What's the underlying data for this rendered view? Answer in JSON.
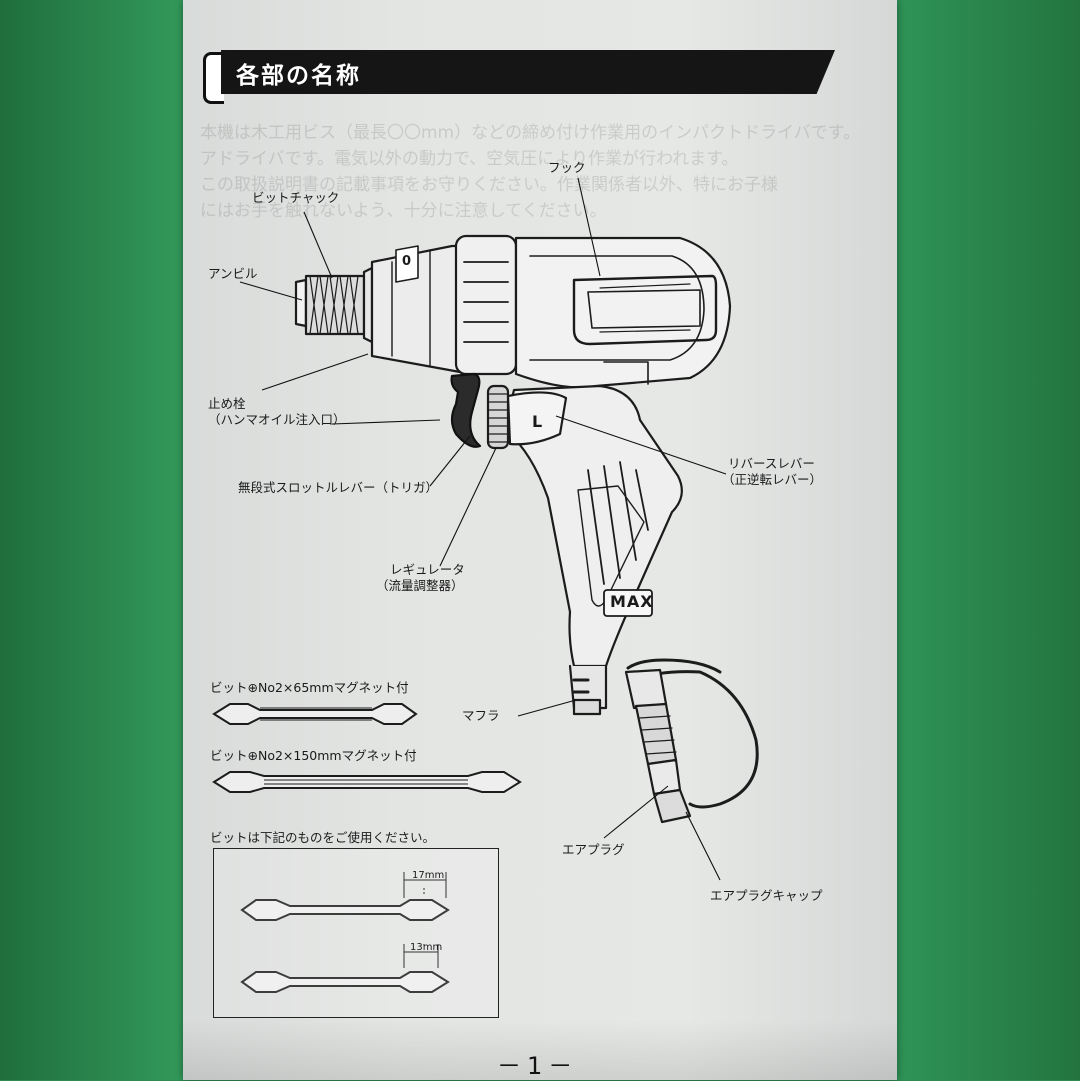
{
  "header": {
    "title": "各部の名称"
  },
  "background_text": [
    "本機は木工用ビス（最長〇〇mm）などの締め付け作業用のインパクトドライバです。",
    "アドライバです。電気以外の動力で、空気圧により作業が行われます。",
    "この取扱説明書の記載事項をお守りください。作業関係者以外、特にお子様",
    "にはお手を触れないよう、十分に注意してください。"
  ],
  "parts": {
    "bit_chuck": "ビットチャック",
    "anvil": "アンビル",
    "hook": "フック",
    "stopper_plug_1": "止め栓",
    "stopper_plug_2": "（ハンマオイル注入口）",
    "throttle_lever": "無段式スロットルレバー（トリガ）",
    "reverse_lever_1": "リバースレバー",
    "reverse_lever_2": "（正逆転レバー）",
    "regulator_1": "レギュレータ",
    "regulator_2": "（流量調整器）",
    "muffler": "マフラ",
    "air_plug": "エアプラグ",
    "air_plug_cap": "エアプラグキャップ"
  },
  "tool": {
    "brand": "MAX",
    "lever_mark": "L",
    "dial_mark": "0"
  },
  "bits": {
    "bit_65": "ビット⊕No2×65mmマグネット付",
    "bit_150": "ビット⊕No2×150mmマグネット付",
    "note": "ビットは下記のものをご使用ください。",
    "dim_17": "17mm",
    "dim_13": "13mm"
  },
  "page": {
    "number": "－1－"
  },
  "colors": {
    "title_bar": "#151515",
    "paper": "#e3e5e3",
    "background": "#2e8a52"
  }
}
